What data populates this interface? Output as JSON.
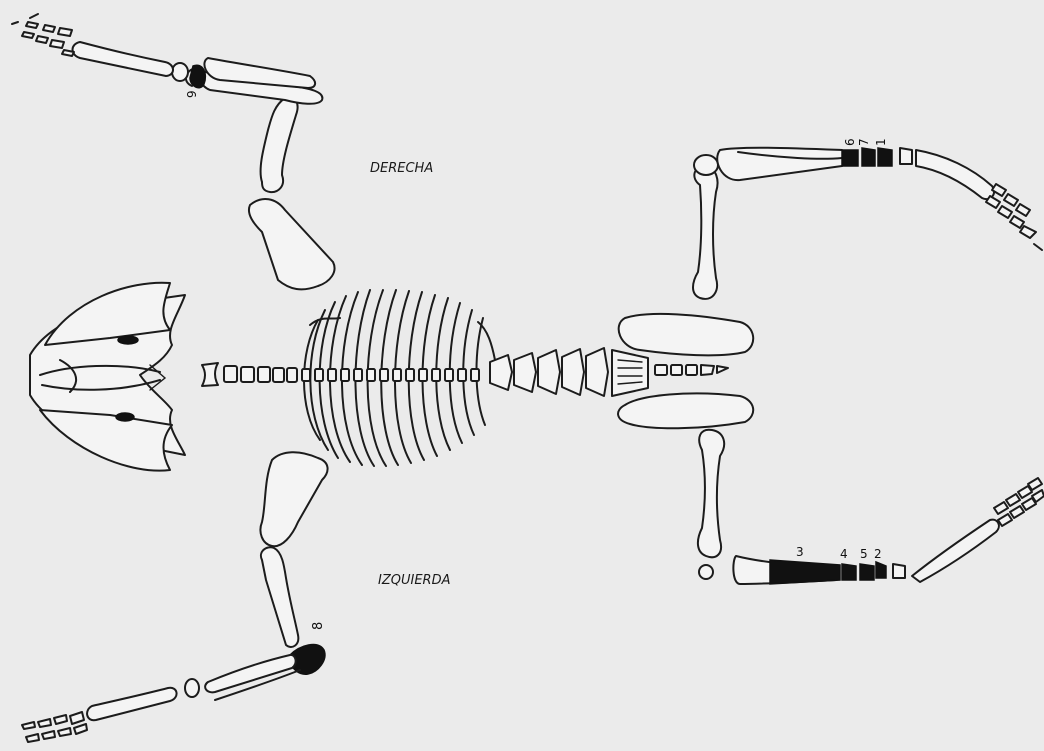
{
  "labels": {
    "right_side": "DERECHA",
    "left_side": "IZQUIERDA"
  },
  "bone_numbers": {
    "n1": "1",
    "n2": "2",
    "n3": "3",
    "n4": "4",
    "n5": "5",
    "n6": "6",
    "n7": "7",
    "n8": "8",
    "n9": "9"
  },
  "colors": {
    "background": "#ebebeb",
    "ink": "#1c1c1c",
    "highlighted_bone": "#111111"
  }
}
